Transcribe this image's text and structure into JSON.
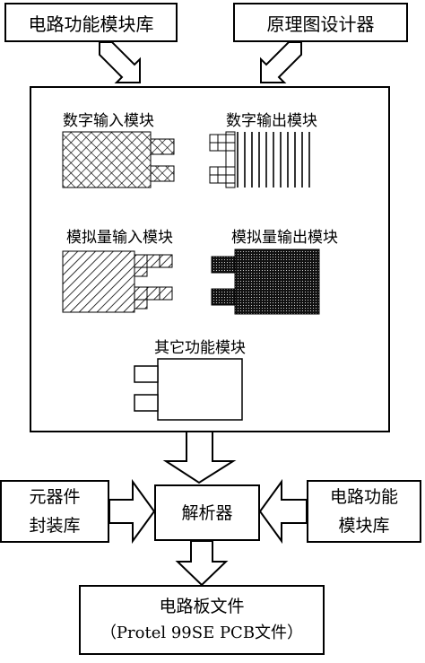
{
  "inputs": {
    "library_top": "电路功能模块库",
    "designer": "原理图设计器"
  },
  "modules": {
    "digital_in": "数字输入模块",
    "digital_out": "数字输出模块",
    "analog_in": "模拟量输入模块",
    "analog_out": "模拟量输出模块",
    "other": "其它功能模块"
  },
  "parser": {
    "label": "解析器",
    "left_line1": "元器件",
    "left_line2": "封装库",
    "right_line1": "电路功能",
    "right_line2": "模块库"
  },
  "output": {
    "line1": "电路板文件",
    "line2": "（Protel 99SE PCB文件）"
  }
}
